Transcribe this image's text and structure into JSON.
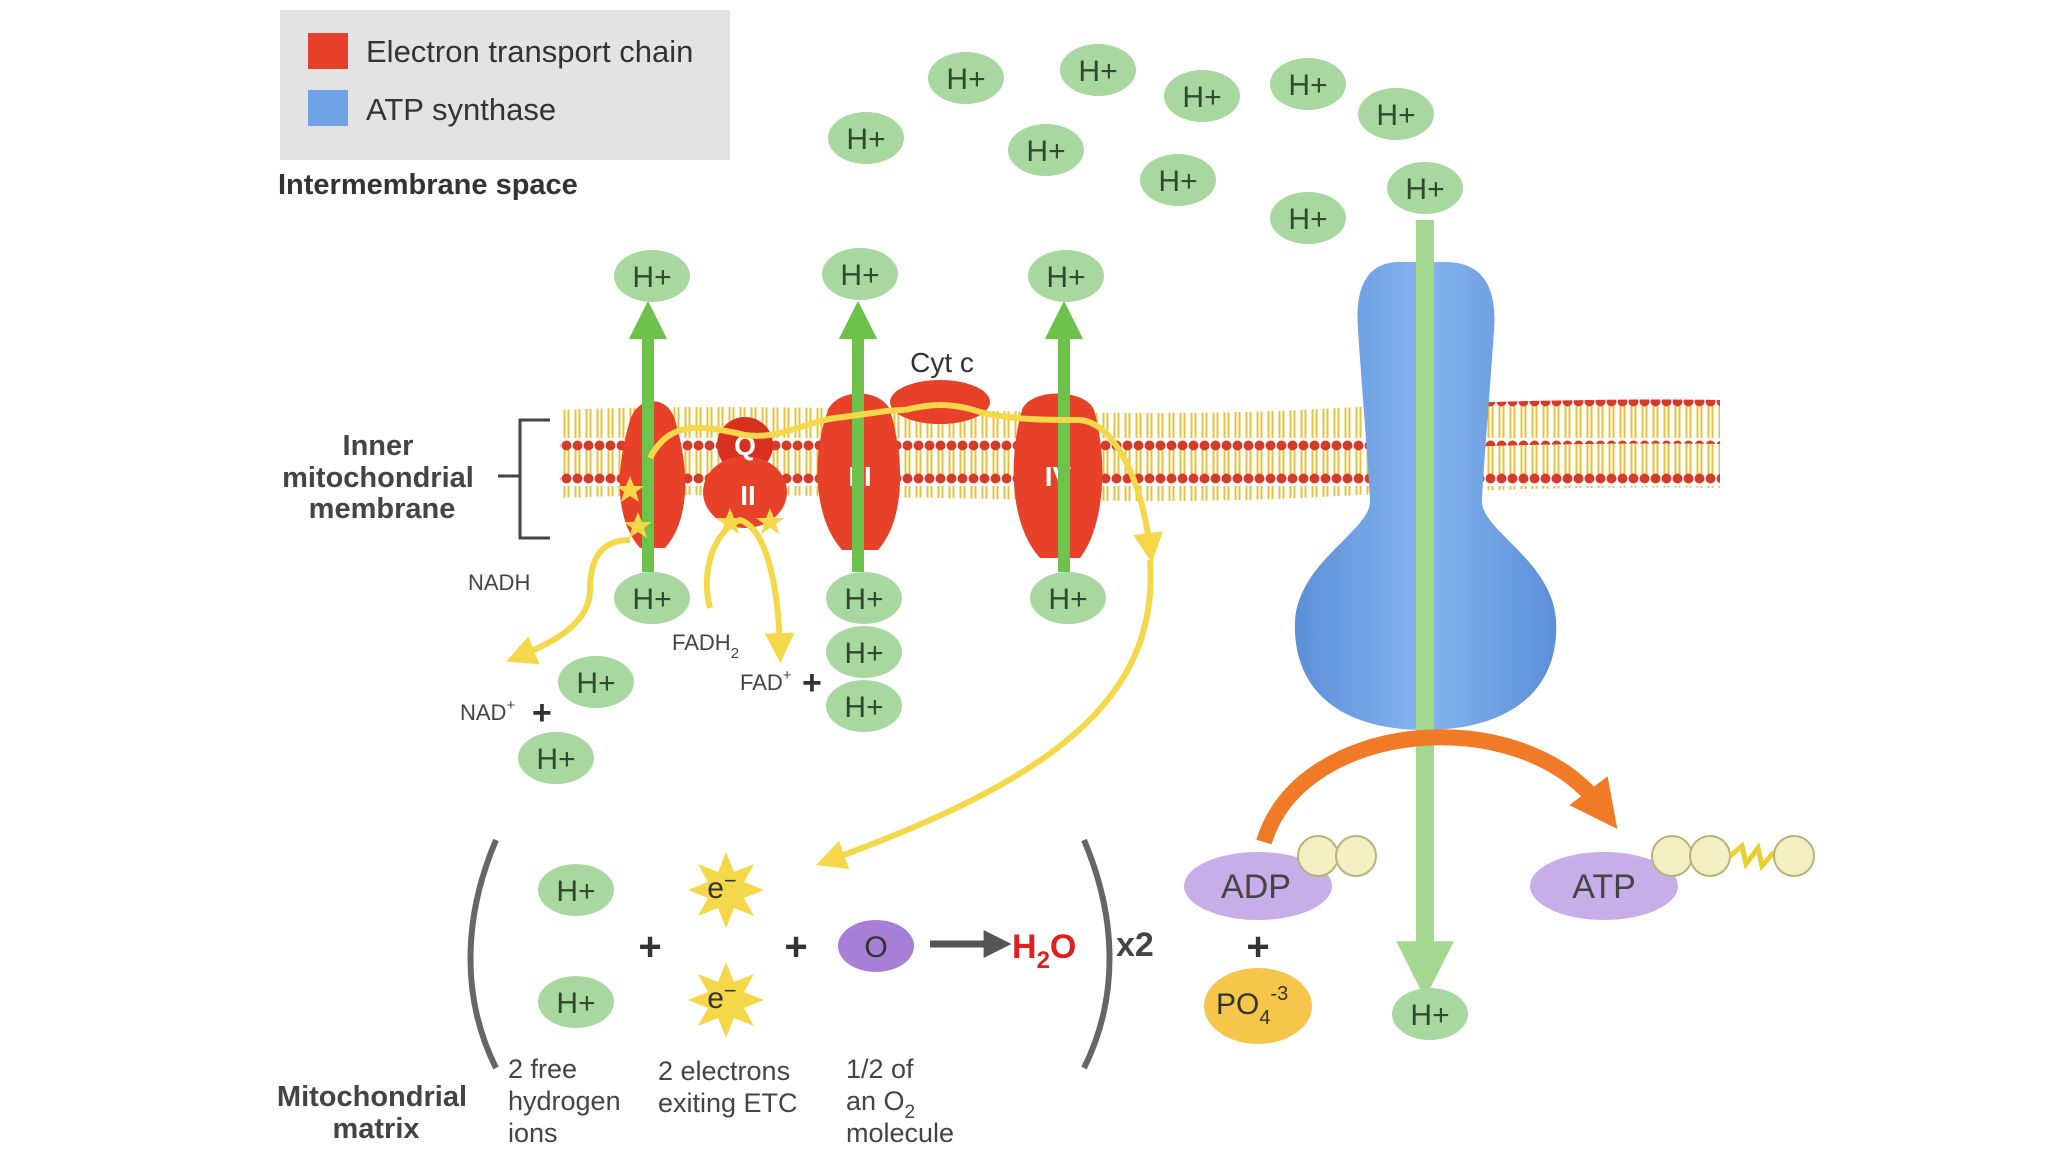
{
  "legend": {
    "items": [
      {
        "label": "Electron transport chain",
        "color": "#e8412a"
      },
      {
        "label": "ATP synthase",
        "color": "#6fa3e6"
      }
    ]
  },
  "regions": {
    "intermembrane_space": "Intermembrane space",
    "inner_membrane": [
      "Inner",
      "mitochondrial",
      "membrane"
    ],
    "matrix": [
      "Mitochondrial",
      "matrix"
    ]
  },
  "proton_label": "H+",
  "complexes": [
    "I",
    "II",
    "III",
    "IV"
  ],
  "ubiquinone_label": "Q",
  "cytochrome_label": "Cyt c",
  "carriers": {
    "nadh": "NADH",
    "nad": "NAD",
    "nad_sup": "+",
    "fadh": "FADH",
    "fadh_sub": "2",
    "fad": "FAD",
    "fad_sup": "+",
    "plus": "+"
  },
  "equation": {
    "electron": "e",
    "electron_sup": "−",
    "oxygen": "O",
    "water": "H",
    "water_sub": "2",
    "water_end": "O",
    "multiplier": "x2",
    "plus": "+",
    "labels": {
      "hydrogen": [
        "2 free",
        "hydrogen",
        "ions"
      ],
      "electrons": [
        "2 electrons",
        "exiting ETC"
      ],
      "oxygen": [
        "1/2 of",
        "an O",
        "molecule"
      ],
      "oxygen_sub": "2"
    }
  },
  "synthase": {
    "adp": "ADP",
    "atp": "ATP",
    "phosphate": "PO",
    "phosphate_sub": "4",
    "phosphate_sup": "-3",
    "plus": "+"
  },
  "colors": {
    "proton_fill": "#a8d8a0",
    "green_arrow": "#6cc24a",
    "etc_red": "#e8412a",
    "synthase_blue": "#6fa3e6",
    "electron_yellow": "#f5d84a",
    "oxygen_purple": "#a77fd6",
    "adp_purple": "#c7aee8",
    "phosphate_yellow": "#f5c64a",
    "water_red": "#e02020",
    "atp_arrow_orange": "#f07a25"
  }
}
